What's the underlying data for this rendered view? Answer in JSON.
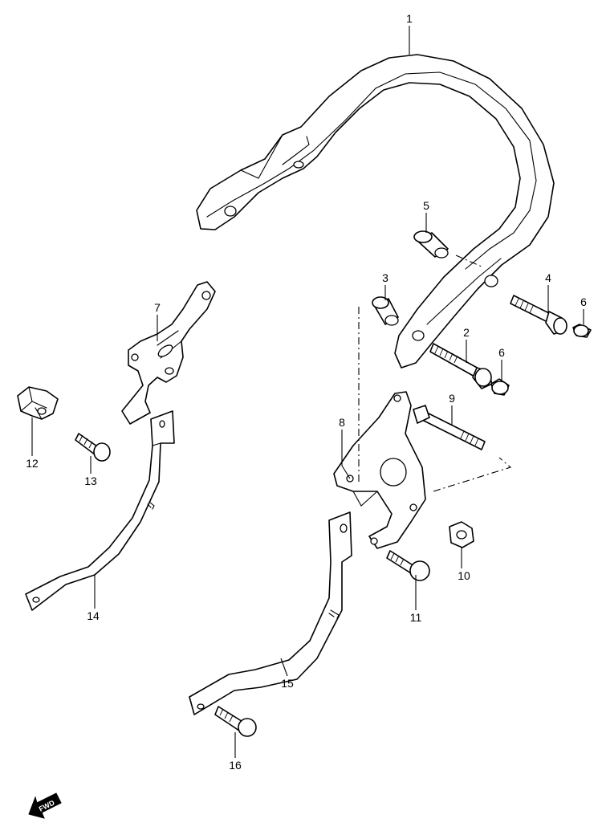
{
  "callouts": {
    "c1": "1",
    "c2": "2",
    "c3": "3",
    "c4": "4",
    "c5": "5",
    "c6a": "6",
    "c6b": "6",
    "c7": "7",
    "c8": "8",
    "c9": "9",
    "c10": "10",
    "c11": "11",
    "c12": "12",
    "c13": "13",
    "c14": "14",
    "c15": "15",
    "c16": "16"
  },
  "direction_marker": {
    "label": "FWD"
  }
}
